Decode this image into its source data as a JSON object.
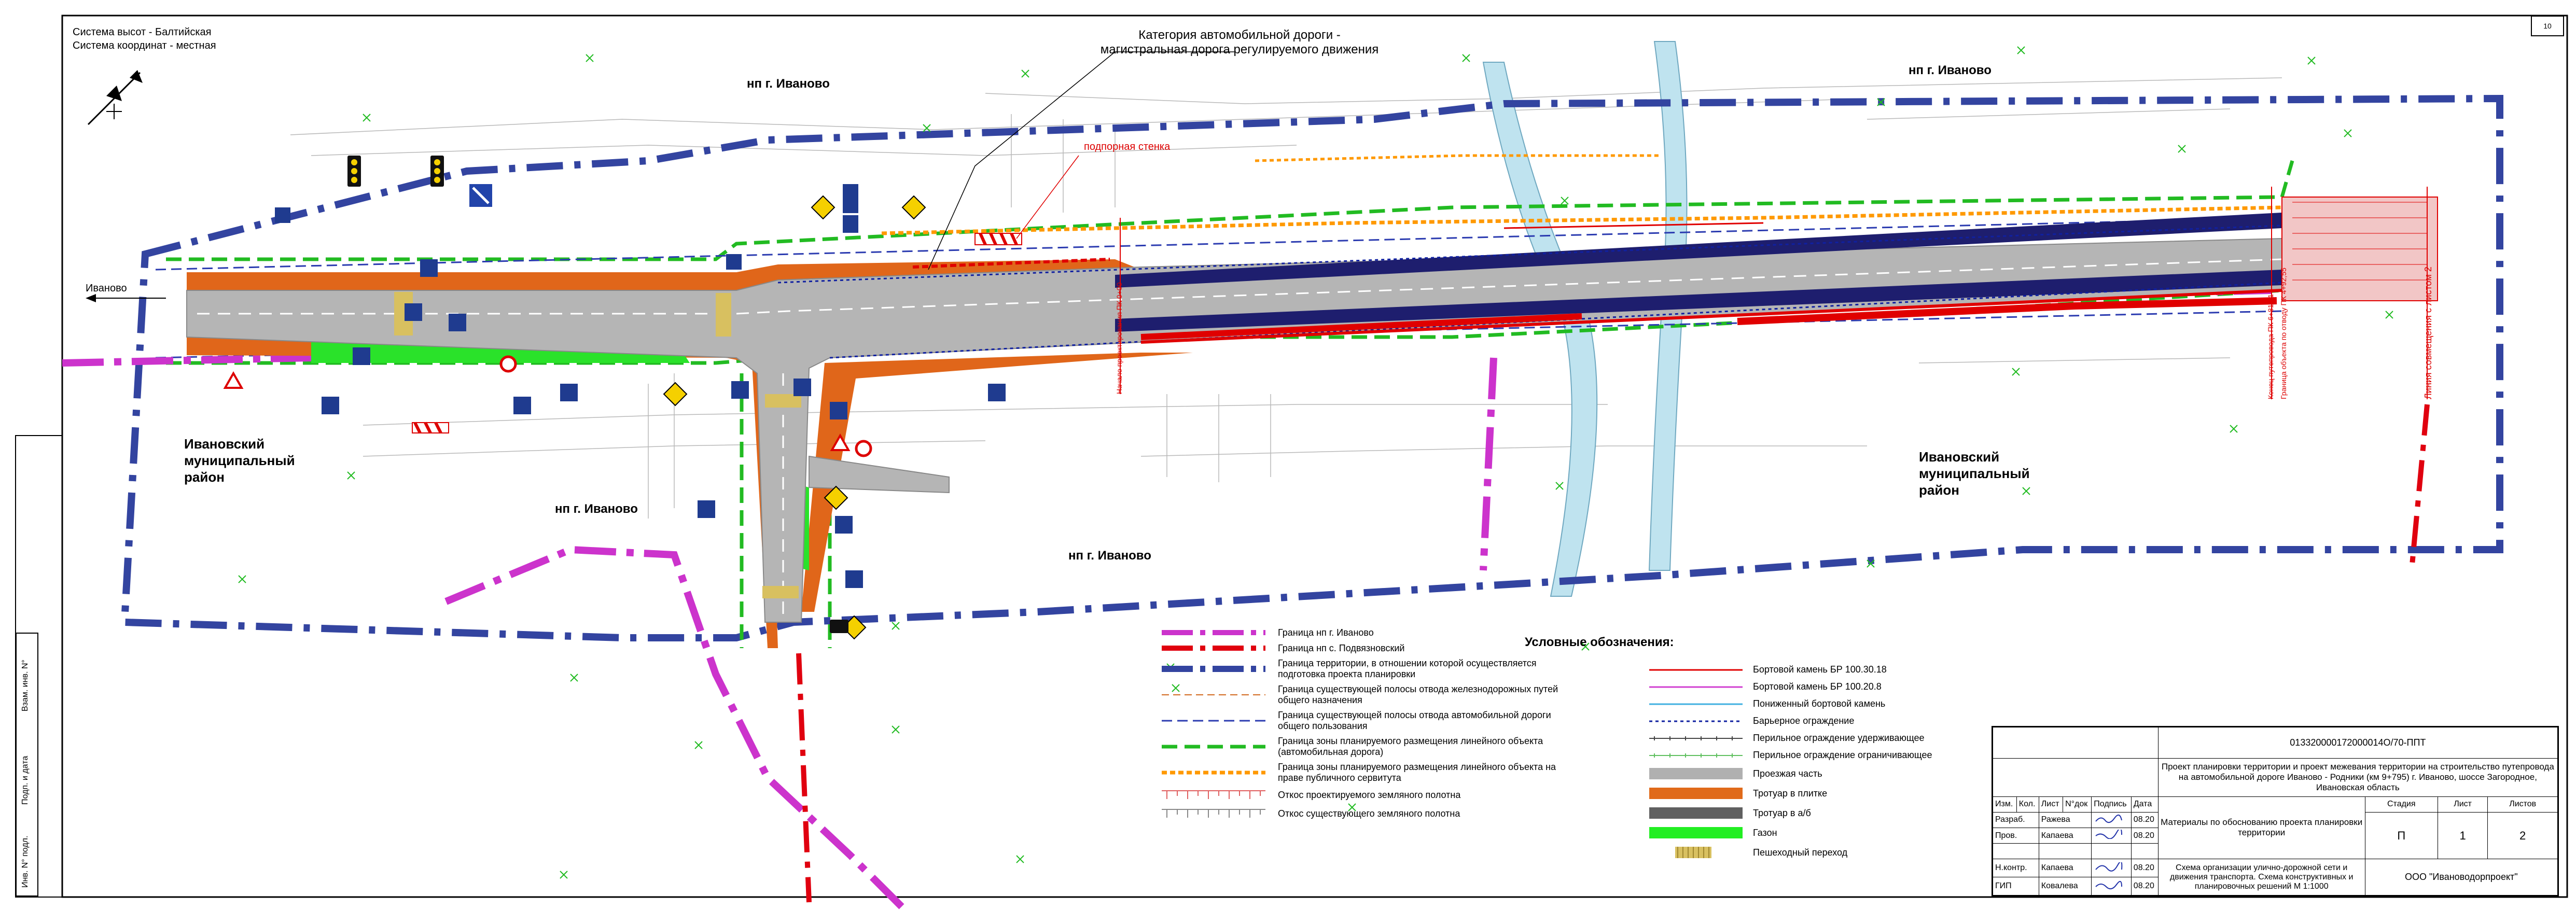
{
  "header": {
    "height_system": "Система высот - Балтийская",
    "coord_system": "Система координат - местная"
  },
  "annotations": {
    "road_category_line1": "Категория автомобильной дороги -",
    "road_category_line2": "магистральная дорога регулируемого движения",
    "retaining_wall": "подпорная стенка",
    "ivanovo_arrow": "Иваново",
    "section_lines": [
      "Начало проектирования ПК 0+00",
      "Конец путепровода ПК 6+81,81",
      "Граница объекта по отводу ПК 4+92,55",
      "Линия совмещения с листом 2"
    ]
  },
  "places": {
    "np_ivanovo_1": "нп г. Иваново",
    "np_ivanovo_2": "нп г. Иваново",
    "np_ivanovo_3": "нп г. Иваново",
    "np_ivanovo_4": "нп г. Иваново",
    "district_left": [
      "Ивановский",
      "муниципальный",
      "район"
    ],
    "district_right": [
      "Ивановский",
      "муниципальный",
      "район"
    ]
  },
  "legend": {
    "title": "Условные обозначения:",
    "left": [
      {
        "label": "Граница нп г. Иваново",
        "color": "#cc33cc"
      },
      {
        "label": "Граница нп с. Подвязновский",
        "color": "#e0000f"
      },
      {
        "label": "Граница территории, в отношении которой осуществляется подготовка проекта планировки",
        "color": "#3344a0"
      },
      {
        "label": "Граница существующей полосы отвода железнодорожных путей общего назначения",
        "color": "#d2691e"
      },
      {
        "label": "Граница существующей полосы отвода автомобильной дороги общего пользования",
        "color": "#2b3bb0"
      },
      {
        "label": "Граница зоны планируемого размещения линейного объекта (автомобильная дорога)",
        "color": "#22bb22"
      },
      {
        "label": "Граница зоны планируемого размещения линейного объекта на праве публичного сервитута",
        "color": "#ff9900"
      },
      {
        "label": "Откос проектируемого земляного полотна",
        "color": "#e06060"
      },
      {
        "label": "Откос существующего земляного полотна",
        "color": "#888888"
      }
    ],
    "right": [
      {
        "label": "Бортовой камень БР 100.30.18",
        "color": "#e00000"
      },
      {
        "label": "Бортовой камень БР 100.20.8",
        "color": "#d040d0"
      },
      {
        "label": "Пониженный бортовой камень",
        "color": "#40b0e0"
      },
      {
        "label": "Барьерное ограждение",
        "color": "#1020a0"
      },
      {
        "label": "Перильное ограждение удерживающее",
        "color": "#444444"
      },
      {
        "label": "Перильное ограждение ограничивающее",
        "color": "#60c060"
      },
      {
        "label": "Проезжая часть",
        "color": "#b0b0b0"
      },
      {
        "label": "Тротуар в плитке",
        "color": "#e06a1a"
      },
      {
        "label": "Тротуар в а/б",
        "color": "#606060"
      },
      {
        "label": "Газон",
        "color": "#22ee22"
      },
      {
        "label": "Пешеходный переход",
        "color": "#d8c060"
      }
    ]
  },
  "title_block": {
    "code": "013320000172000014О/70-ППТ",
    "project": "Проект планировки территории и проект межевания территории на строительство путепровода на автомобильной дороге Иваново - Родники (км 9+795) г. Иваново, шоссе Загородное, Ивановская область",
    "headers": [
      "Изм.",
      "Кол.",
      "Лист",
      "N°док",
      "Подпись",
      "Дата"
    ],
    "roles": [
      {
        "role": "Разраб.",
        "name": "Ражева",
        "date": "08.20"
      },
      {
        "role": "Пров.",
        "name": "Капаева",
        "date": "08.20"
      },
      {
        "role": "",
        "name": "",
        "date": ""
      },
      {
        "role": "Н.контр.",
        "name": "Капаева",
        "date": "08.20"
      },
      {
        "role": "ГИП",
        "name": "Ковалева",
        "date": "08.20"
      }
    ],
    "materials": "Материалы по обоснованию проекта планировки территории",
    "stage_head": "Стадия",
    "sheet_head": "Лист",
    "sheets_head": "Листов",
    "stage": "П",
    "sheet": "1",
    "sheets": "2",
    "drawing": "Схема организации улично-дорожной сети и движения транспорта. Схема конструктивных и планировочных решений М 1:1000",
    "company": "ООО \"Ивановодорпроект\""
  },
  "side_stamp": [
    "Инв. N° подл.",
    "Подп. и дата",
    "Взам. инв. N°"
  ],
  "sheet_number": "10",
  "colors": {
    "road": "#b5b5b5",
    "overpass": "#1e1e6e",
    "walk_orange": "#e0661a",
    "lawn": "#2ae22a",
    "boundary_blue": "#3344a0",
    "boundary_magenta": "#cc33cc",
    "zone_green": "#22bb22",
    "curb_red": "#e00000",
    "water": "#bfe3ef"
  },
  "icons": [
    "traffic-light-icon",
    "road-sign-icon",
    "north-arrow-icon"
  ]
}
